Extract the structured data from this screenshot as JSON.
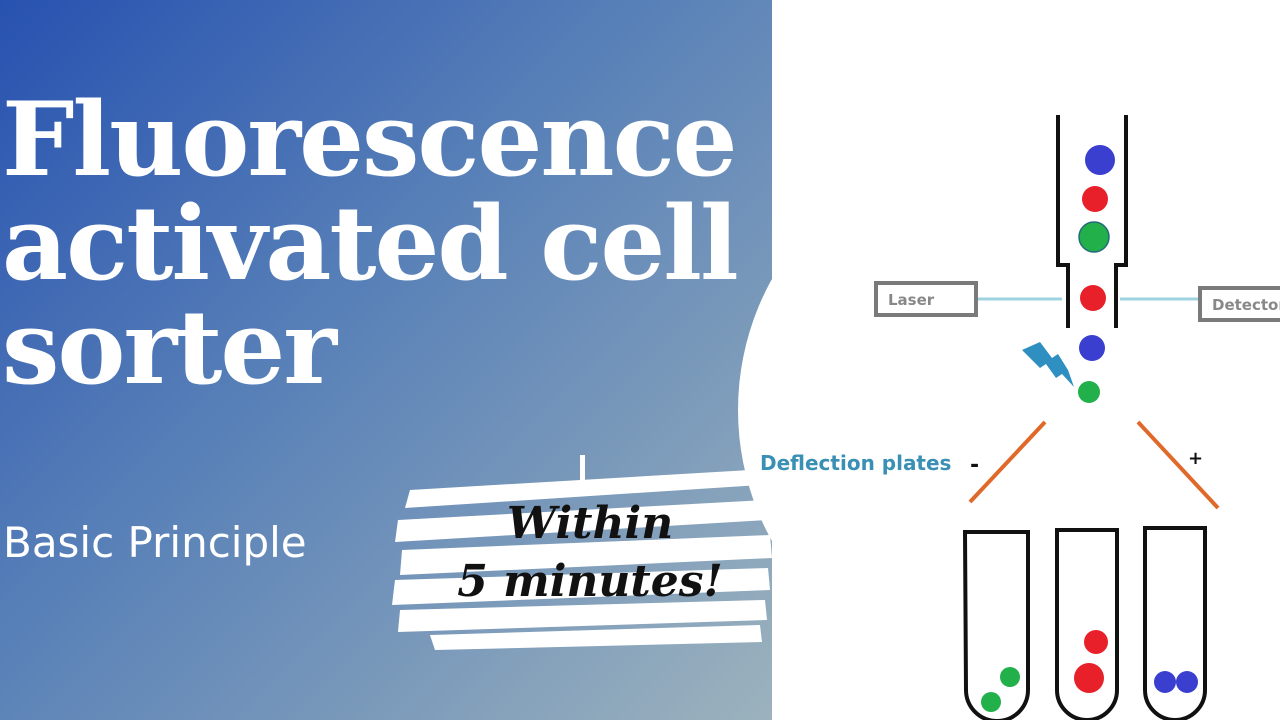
{
  "title": {
    "lines": [
      "Fluorescence",
      "activated cell",
      "sorter"
    ]
  },
  "subtitle": "Basic Principle",
  "badge": {
    "line1": "Within",
    "line2": "5 minutes!"
  },
  "diagram": {
    "laser_label": "Laser",
    "detector_label": "Detector",
    "deflection_label": "Deflection plates",
    "minus_sign": "-",
    "plus_sign": "+",
    "colors": {
      "blue": "#3a3fd0",
      "red": "#e8202a",
      "green": "#22b04a",
      "plate": "#e0692a",
      "beam": "#9fd3e2",
      "label_box": "#7a7a7a",
      "deflection_text": "#3a8fb5"
    }
  },
  "colors": {
    "gradient_start": "#2752b0",
    "gradient_end": "#9cb2bd"
  }
}
